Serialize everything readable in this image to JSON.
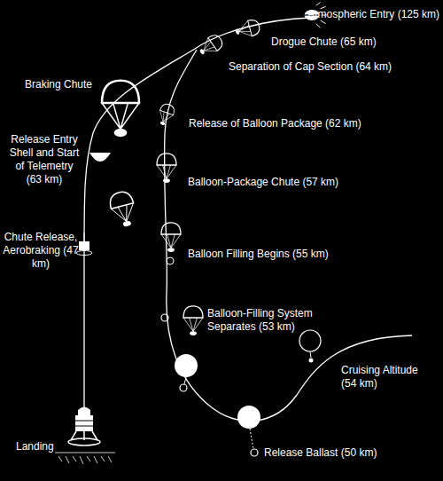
{
  "diagram": {
    "labels": [
      "Atmospheric Entry (125 km)",
      "Drogue Chute (65 km)",
      "Separation of Cap Section (64 km)",
      "Braking Chute",
      "Release of Balloon Package (62 km)",
      "Release Entry Shell and Start of Telemetry (63 km)",
      "Balloon-Package Chute (57 km)",
      "Chute Release, Aerobraking (47 km)",
      "Balloon Filling Begins (55 km)",
      "Balloon-Filling System Separates (53 km)",
      "Cruising Altitude (54 km)",
      "Landing",
      "Release Ballast (50 km)"
    ]
  }
}
